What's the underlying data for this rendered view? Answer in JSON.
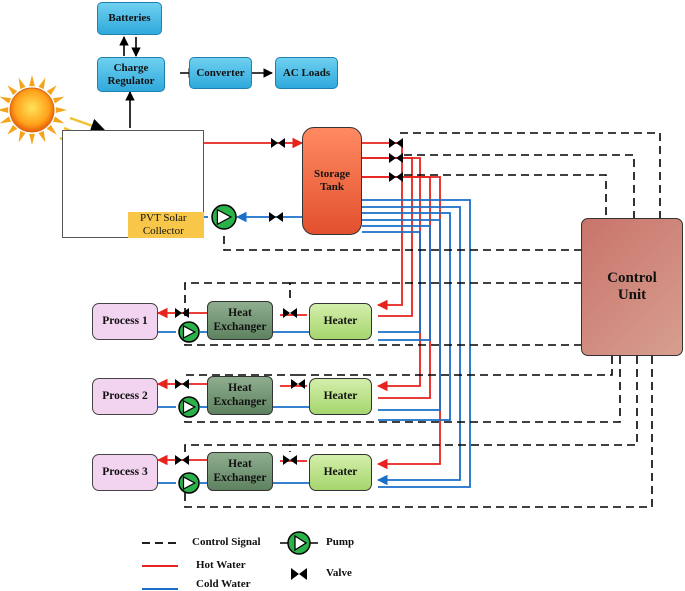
{
  "blocks": {
    "batteries": "Batteries",
    "charge_regulator": "Charge\nRegulator",
    "converter": "Converter",
    "ac_loads": "AC Loads",
    "pvt_collector": "PVT Solar\nCollector",
    "storage_tank": "Storage\nTank",
    "control_unit": "Control\nUnit",
    "processes": [
      "Process 1",
      "Process 2",
      "Process 3"
    ],
    "heat_exchanger": "Heat\nExchanger",
    "heater": "Heater"
  },
  "legend": {
    "control_signal": "Control Signal",
    "hot_water": "Hot Water",
    "cold_water": "Cold Water",
    "pump": "Pump",
    "valve": "Valve"
  },
  "colors": {
    "hot_water": "#e8221c",
    "cold_water": "#1a6fc9",
    "control_signal": "#000000",
    "pump": "#2bb14a"
  }
}
